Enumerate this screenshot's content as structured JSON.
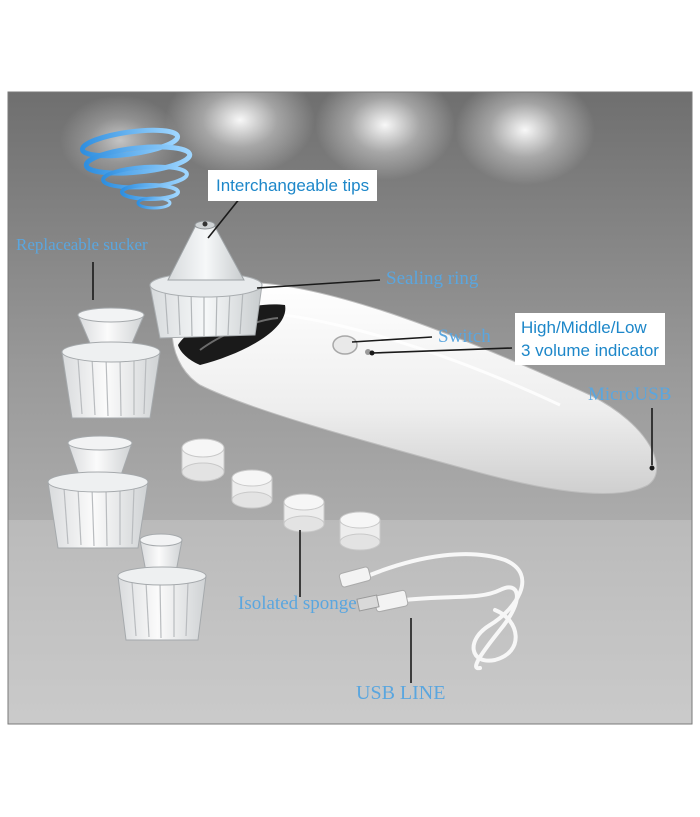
{
  "labels": {
    "interchangeable_tips": "Interchangeable tips",
    "replaceable_sucker": "Replaceable sucker",
    "sealing_ring": "Sealing ring",
    "switch": "Switch",
    "volume_line1": "High/Middle/Low",
    "volume_line2": "3 volume indicator",
    "micro_usb": "MicroUSB",
    "isolated_sponge": "Isolated sponge",
    "usb_line": "USB LINE"
  },
  "colors": {
    "label_blue": "#5aa6df",
    "box_label_blue": "#1d87c9",
    "backdrop": "#8b8b8b",
    "device_white": "#f4f4f4"
  }
}
